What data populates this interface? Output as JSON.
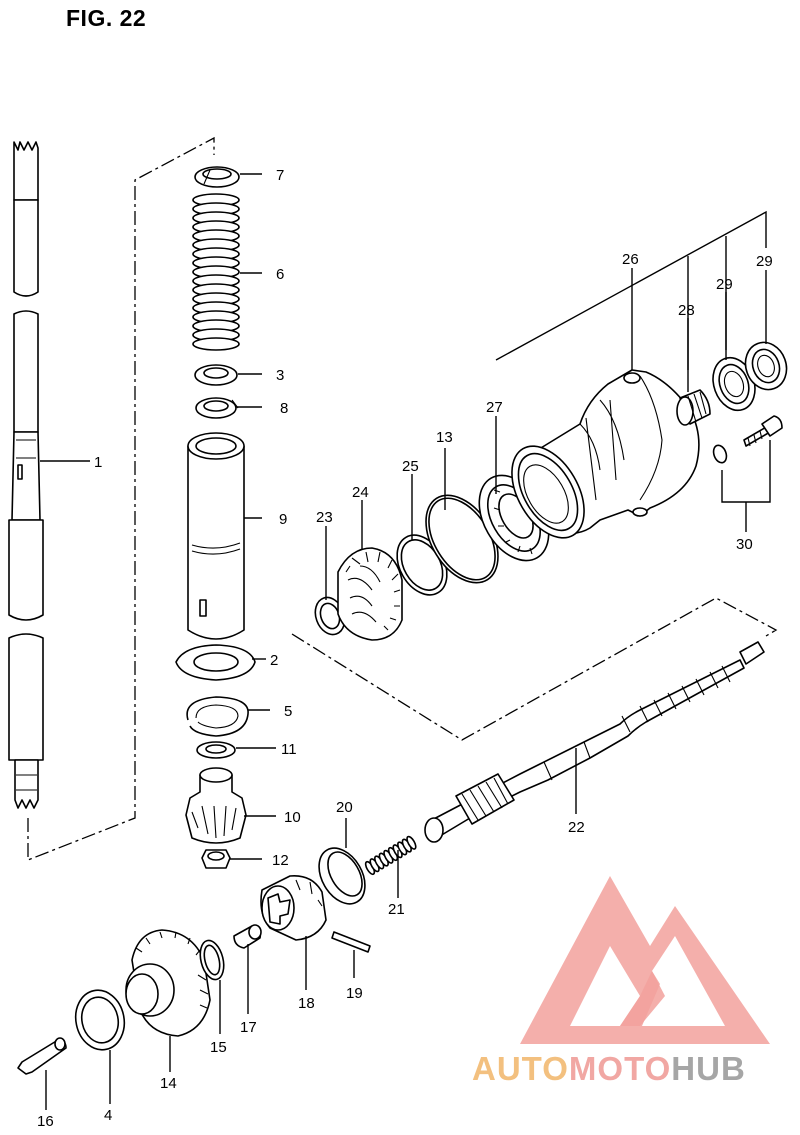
{
  "figure": {
    "title": "FIG. 22"
  },
  "callouts": [
    {
      "id": "1",
      "text": "1"
    },
    {
      "id": "2",
      "text": "2"
    },
    {
      "id": "3",
      "text": "3"
    },
    {
      "id": "4",
      "text": "4"
    },
    {
      "id": "5",
      "text": "5"
    },
    {
      "id": "6",
      "text": "6"
    },
    {
      "id": "7",
      "text": "7"
    },
    {
      "id": "8",
      "text": "8"
    },
    {
      "id": "9",
      "text": "9"
    },
    {
      "id": "10",
      "text": "10"
    },
    {
      "id": "11",
      "text": "11"
    },
    {
      "id": "12",
      "text": "12"
    },
    {
      "id": "13",
      "text": "13"
    },
    {
      "id": "14",
      "text": "14"
    },
    {
      "id": "15",
      "text": "15"
    },
    {
      "id": "16",
      "text": "16"
    },
    {
      "id": "17",
      "text": "17"
    },
    {
      "id": "18",
      "text": "18"
    },
    {
      "id": "19",
      "text": "19"
    },
    {
      "id": "20",
      "text": "20"
    },
    {
      "id": "21",
      "text": "21"
    },
    {
      "id": "22",
      "text": "22"
    },
    {
      "id": "23",
      "text": "23"
    },
    {
      "id": "24",
      "text": "24"
    },
    {
      "id": "25",
      "text": "25"
    },
    {
      "id": "26",
      "text": "26"
    },
    {
      "id": "27",
      "text": "27"
    },
    {
      "id": "28",
      "text": "28"
    },
    {
      "id": "29a",
      "text": "29"
    },
    {
      "id": "29b",
      "text": "29"
    },
    {
      "id": "30",
      "text": "30"
    }
  ],
  "watermark": {
    "part1": "AUTO",
    "part2": "MOTO",
    "part3": "HUB"
  }
}
